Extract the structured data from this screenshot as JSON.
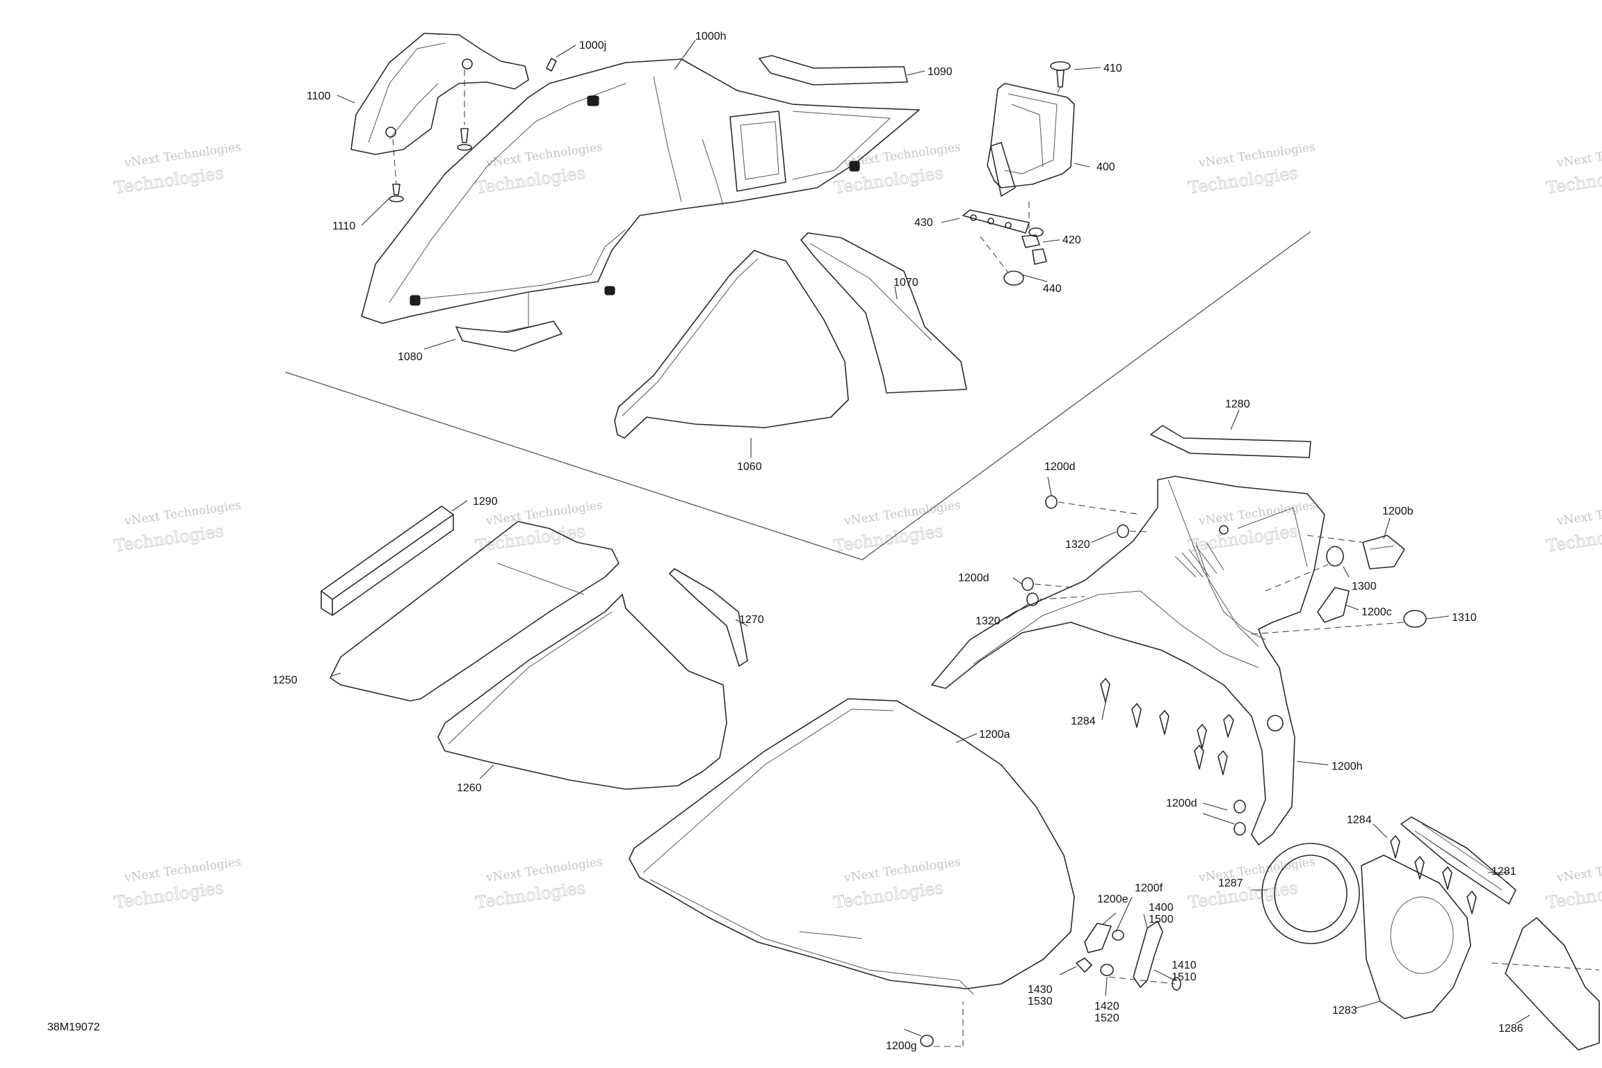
{
  "diagram_id": "38M19072",
  "watermark": {
    "line1": "vNext Technologies",
    "line2": "Technologies",
    "tag": "vNext"
  },
  "callouts": {
    "c1100": "1100",
    "c1000j": "1000j",
    "c1000h": "1000h",
    "c1090": "1090",
    "c410": "410",
    "c400": "400",
    "c430": "430",
    "c420": "420",
    "c440": "440",
    "c1110": "1110",
    "c1070": "1070",
    "c1080": "1080",
    "c1060": "1060",
    "c1280": "1280",
    "c1290": "1290",
    "c1200d_a": "1200d",
    "c1320_a": "1320",
    "c1200b": "1200b",
    "c1300": "1300",
    "c1200d_b": "1200d",
    "c1320_b": "1320",
    "c1200c": "1200c",
    "c1310": "1310",
    "c1270": "1270",
    "c1250": "1250",
    "c1284_a": "1284",
    "c1200a": "1200a",
    "c1200h": "1200h",
    "c1260": "1260",
    "c1200d_c": "1200d",
    "c1284_b": "1284",
    "c1281": "1281",
    "c1287": "1287",
    "c1200f": "1200f",
    "c1200e": "1200e",
    "c1400": "1400",
    "c1500": "1500",
    "c1410": "1410",
    "c1510": "1510",
    "c1430": "1430",
    "c1530": "1530",
    "c1420": "1420",
    "c1520": "1520",
    "c1283": "1283",
    "c1286": "1286",
    "c1200g": "1200g"
  }
}
